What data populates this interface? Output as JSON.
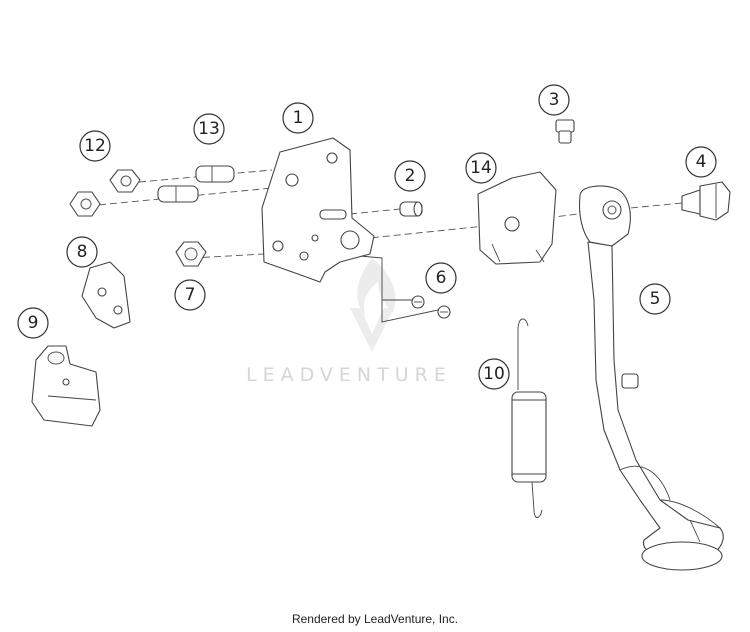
{
  "callouts": [
    {
      "label": "1"
    },
    {
      "label": "2"
    },
    {
      "label": "3"
    },
    {
      "label": "4"
    },
    {
      "label": "5"
    },
    {
      "label": "6"
    },
    {
      "label": "7"
    },
    {
      "label": "8"
    },
    {
      "label": "9"
    },
    {
      "label": "10"
    },
    {
      "label": "12"
    },
    {
      "label": "13"
    },
    {
      "label": "14"
    }
  ],
  "watermark": {
    "text": "LEADVENTURE"
  },
  "footer": {
    "text": "Rendered by LeadVenture, Inc."
  }
}
